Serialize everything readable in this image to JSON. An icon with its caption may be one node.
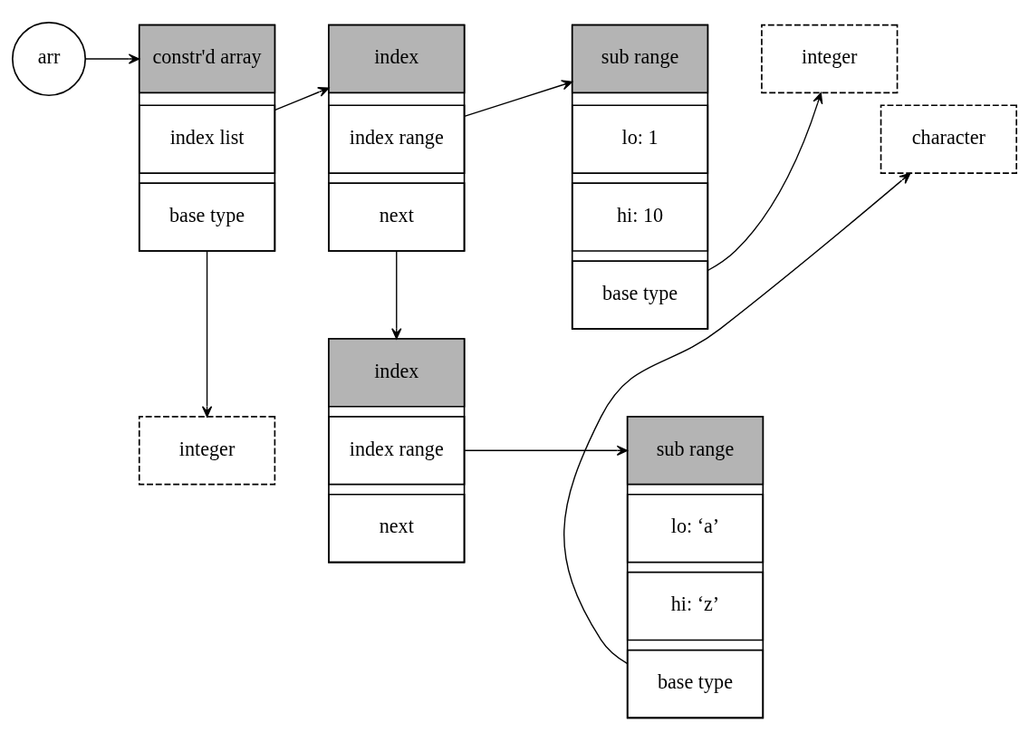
{
  "diagram": {
    "nodes": [
      {
        "text": [
          "arr"
        ]
      },
      {
        "text": [],
        "shape": "box"
      },
      {
        "text": [
          "constr'd array"
        ],
        "in": 1
      },
      {
        "text": [
          "index list"
        ],
        "in": 1
      },
      {
        "text": [
          "base type"
        ],
        "in": 1
      },
      {
        "text": [],
        "shape": "box"
      },
      {
        "text": [
          "index"
        ],
        "in": 5
      },
      {
        "text": [
          "index range"
        ],
        "in": 5
      },
      {
        "text": [
          "next"
        ],
        "in": 5
      },
      {
        "text": [],
        "shape": "box"
      },
      {
        "text": [
          "sub range"
        ],
        "in": 9
      },
      {
        "text": [
          "lo: 1"
        ],
        "in": 9
      },
      {
        "text": [
          "hi: 10"
        ],
        "in": 9
      },
      {
        "text": [
          "base type"
        ],
        "in": 9
      },
      {
        "text": [
          "integer"
        ]
      },
      {
        "text": [
          "character"
        ]
      },
      {
        "text": [],
        "shape": "box"
      },
      {
        "text": [
          "index"
        ],
        "in": 16
      },
      {
        "text": [
          "index range"
        ],
        "in": 16
      },
      {
        "text": [
          "next"
        ],
        "in": 16
      },
      {
        "text": [],
        "shape": "box"
      },
      {
        "text": [
          "sub range"
        ],
        "in": 20
      },
      {
        "text": [
          "lo: ‘a’"
        ],
        "in": 20
      },
      {
        "text": [
          "hi: ‘z’"
        ],
        "in": 20
      },
      {
        "text": [
          "base type"
        ],
        "in": 20
      },
      {
        "text": [
          "integer"
        ]
      }
    ],
    "edges": [
      {
        "from": 0,
        "to": 2,
        "arrow": "to"
      },
      {
        "from": 3,
        "to": 6,
        "arrow": "to"
      },
      {
        "from": 4,
        "to": 25,
        "arrow": "to"
      },
      {
        "from": 7,
        "to": 10,
        "arrow": "to"
      },
      {
        "from": 13,
        "to": 14,
        "arrow": "to"
      },
      {
        "from": 8,
        "to": 17,
        "arrow": "to"
      },
      {
        "from": 18,
        "to": 21,
        "arrow": "to"
      },
      {
        "from": 24,
        "to": 15,
        "arrow": "to"
      }
    ]
  }
}
